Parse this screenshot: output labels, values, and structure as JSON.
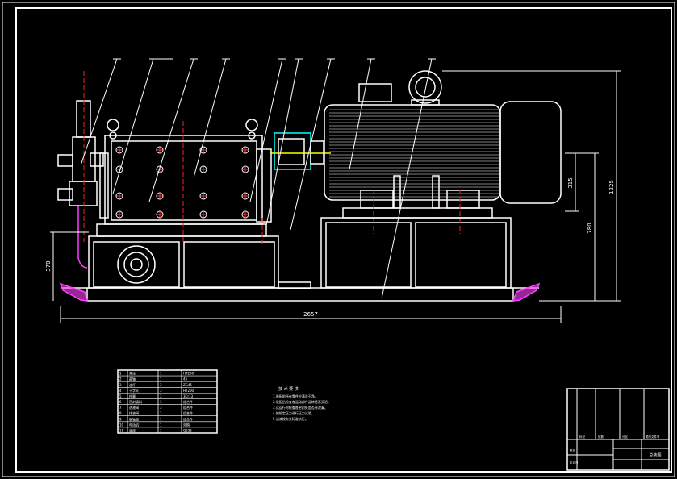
{
  "drawing": {
    "background": "#000000",
    "line_color": "#ffffff",
    "accent_red": "#ff2020",
    "accent_magenta": "#ff40ff",
    "accent_yellow": "#ffff00",
    "accent_cyan": "#00ffff"
  },
  "dimensions": {
    "overall_length": "2657",
    "total_height": "1225",
    "base_height": "780",
    "motor_axis_height": "315",
    "pump_height": "370"
  },
  "notes": {
    "title": "技 术 要 求",
    "lines": [
      "1.装配前所有零件应清洗干净。",
      "2.装配后检查各运动部件运转是否灵活。",
      "3.试运行时检查各密封处是否有泄漏。",
      "4.按规定压力进行压力试验。",
      "5.油漆按有关标准执行。"
    ]
  },
  "parts_table": {
    "rows": [
      [
        "1",
        "泵体",
        "1",
        "HT200"
      ],
      [
        "2",
        "曲轴",
        "1",
        "45"
      ],
      [
        "3",
        "连杆",
        "3",
        "ZG45"
      ],
      [
        "4",
        "十字头",
        "3",
        "HT200"
      ],
      [
        "5",
        "柱塞",
        "3",
        "3Cr13"
      ],
      [
        "6",
        "密封填料",
        "3",
        "组合件"
      ],
      [
        "7",
        "进液阀",
        "3",
        "组合件"
      ],
      [
        "8",
        "排液阀",
        "3",
        "组合件"
      ],
      [
        "9",
        "联轴器",
        "1",
        "组合件"
      ],
      [
        "10",
        "电动机",
        "1",
        "外购"
      ],
      [
        "11",
        "底座",
        "1",
        "Q235"
      ]
    ]
  },
  "title_block": {
    "labels": [
      "标记",
      "处数",
      "分区",
      "更改文件号",
      "签名",
      "年月日"
    ],
    "drawing_name": "总装图"
  }
}
